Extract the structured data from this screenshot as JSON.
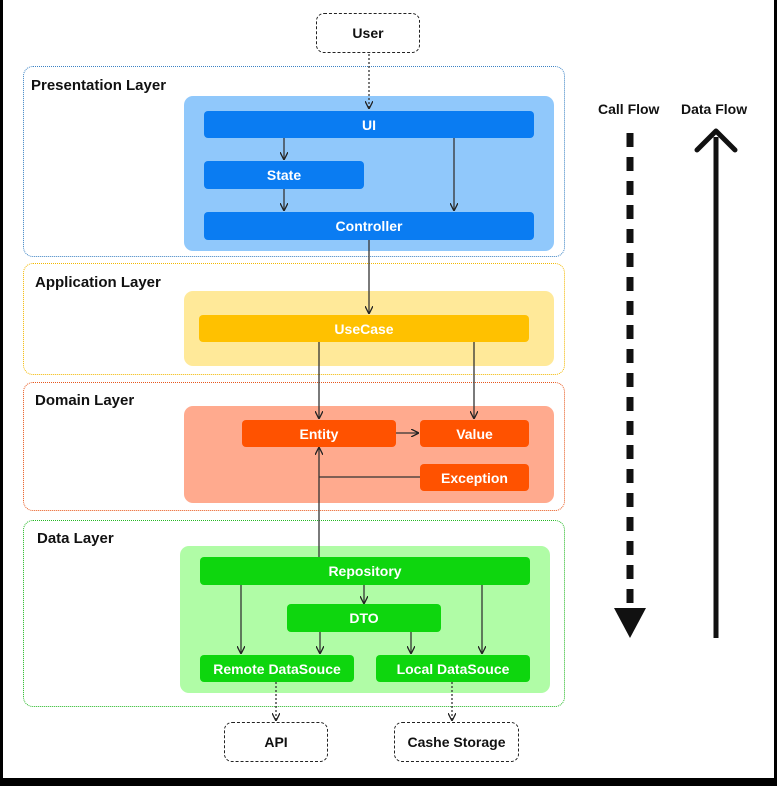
{
  "external": {
    "user": "User",
    "api": "API",
    "cache_storage": "Cashe Storage"
  },
  "layers": {
    "presentation": {
      "title": "Presentation Layer",
      "border_color": "#3b82c4",
      "panel_color": "#90c8fb",
      "box_color": "#0a7cf2",
      "boxes": {
        "ui": "UI",
        "state": "State",
        "controller": "Controller"
      }
    },
    "application": {
      "title": "Application Layer",
      "border_color": "#f2b800",
      "panel_color": "#ffe999",
      "box_color": "#ffc100",
      "boxes": {
        "usecase": "UseCase"
      }
    },
    "domain": {
      "title": "Domain Layer",
      "border_color": "#e8571c",
      "panel_color": "#ffaa8e",
      "box_color": "#ff5200",
      "boxes": {
        "entity": "Entity",
        "value": "Value",
        "exception": "Exception"
      }
    },
    "data": {
      "title": "Data Layer",
      "border_color": "#22b822",
      "panel_color": "#b0fca6",
      "box_color": "#0ed60e",
      "boxes": {
        "repository": "Repository",
        "dto": "DTO",
        "remote_datasource": "Remote DataSouce",
        "local_datasource": "Local DataSouce"
      }
    }
  },
  "flows": {
    "call_flow": "Call Flow",
    "data_flow": "Data Flow"
  }
}
